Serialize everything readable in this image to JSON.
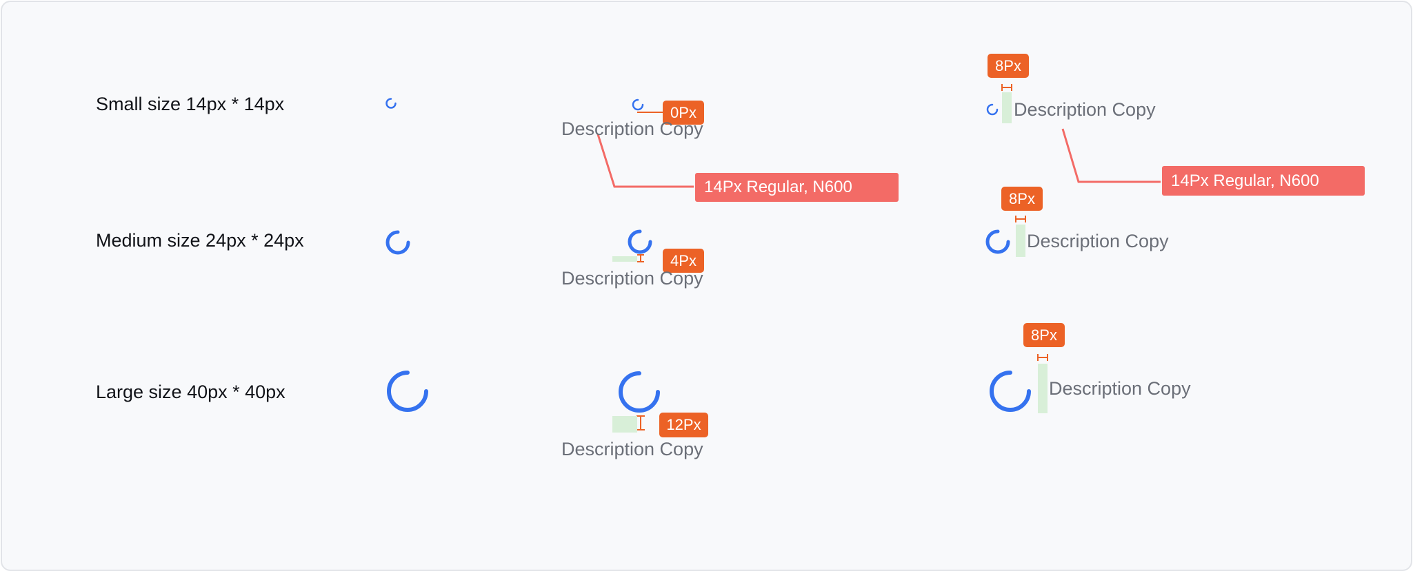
{
  "rows": [
    {
      "label": "Small size 14px * 14px"
    },
    {
      "label": "Medium size 24px * 24px"
    },
    {
      "label": "Large size 40px * 40px"
    }
  ],
  "description_text": "Description Copy",
  "spacing_badges": {
    "small_vertical": "0Px",
    "medium_vertical": "4Px",
    "large_vertical": "12Px",
    "small_horizontal": "8Px",
    "medium_horizontal": "8Px",
    "large_horizontal": "8Px"
  },
  "typography_callouts": {
    "vertical": "14Px Regular, N600",
    "horizontal": "14Px Regular, N600"
  },
  "colors": {
    "spinner": "#3572ef",
    "badge": "#ec6226",
    "callout": "#f36b66",
    "gap_highlight": "#d8efd8",
    "description": "#6b6f78"
  }
}
